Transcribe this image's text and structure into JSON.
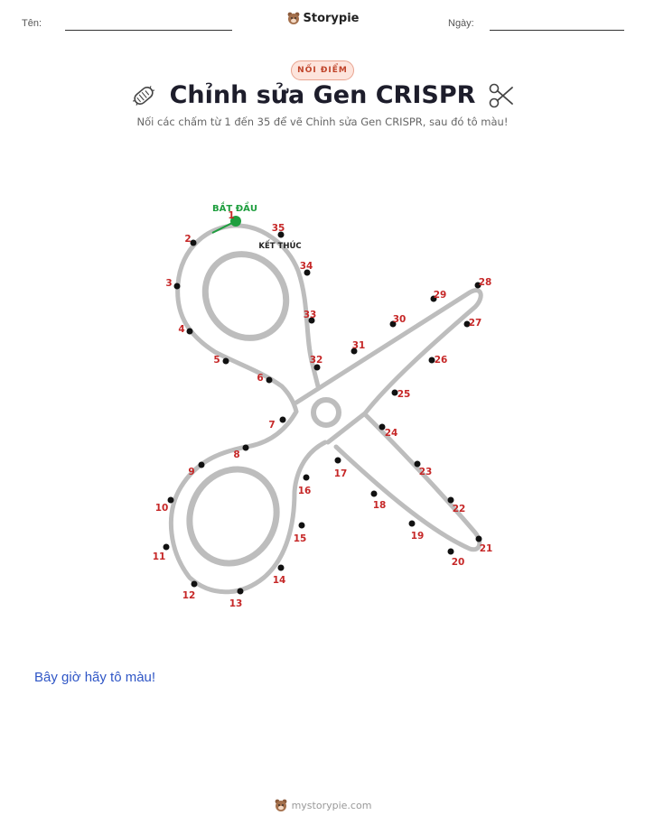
{
  "header": {
    "name_label": "Tên:",
    "date_label": "Ngày:",
    "brand": "Storypie"
  },
  "badge": "NỐI ĐIỂM",
  "title": "Chỉnh sửa Gen CRISPR",
  "subtitle": "Nối các chấm từ 1 đến 35 để vẽ Chỉnh sửa Gen CRISPR, sau đó tô màu!",
  "puzzle": {
    "start_label": "BẮT ĐẦU",
    "end_label": "KẾT THÚC",
    "dots": [
      "1",
      "2",
      "3",
      "4",
      "5",
      "6",
      "7",
      "8",
      "9",
      "10",
      "11",
      "12",
      "13",
      "14",
      "15",
      "16",
      "17",
      "18",
      "19",
      "20",
      "21",
      "22",
      "23",
      "24",
      "25",
      "26",
      "27",
      "28",
      "29",
      "30",
      "31",
      "32",
      "33",
      "34",
      "35"
    ]
  },
  "coloring_prompt": "Bây giờ hãy tô màu!",
  "footer": "mystorypie.com",
  "colors": {
    "accent_red": "#c62828",
    "start_green": "#1e9e3e",
    "outline_gray": "#bdbdbd",
    "prompt_blue": "#2f56c6"
  }
}
